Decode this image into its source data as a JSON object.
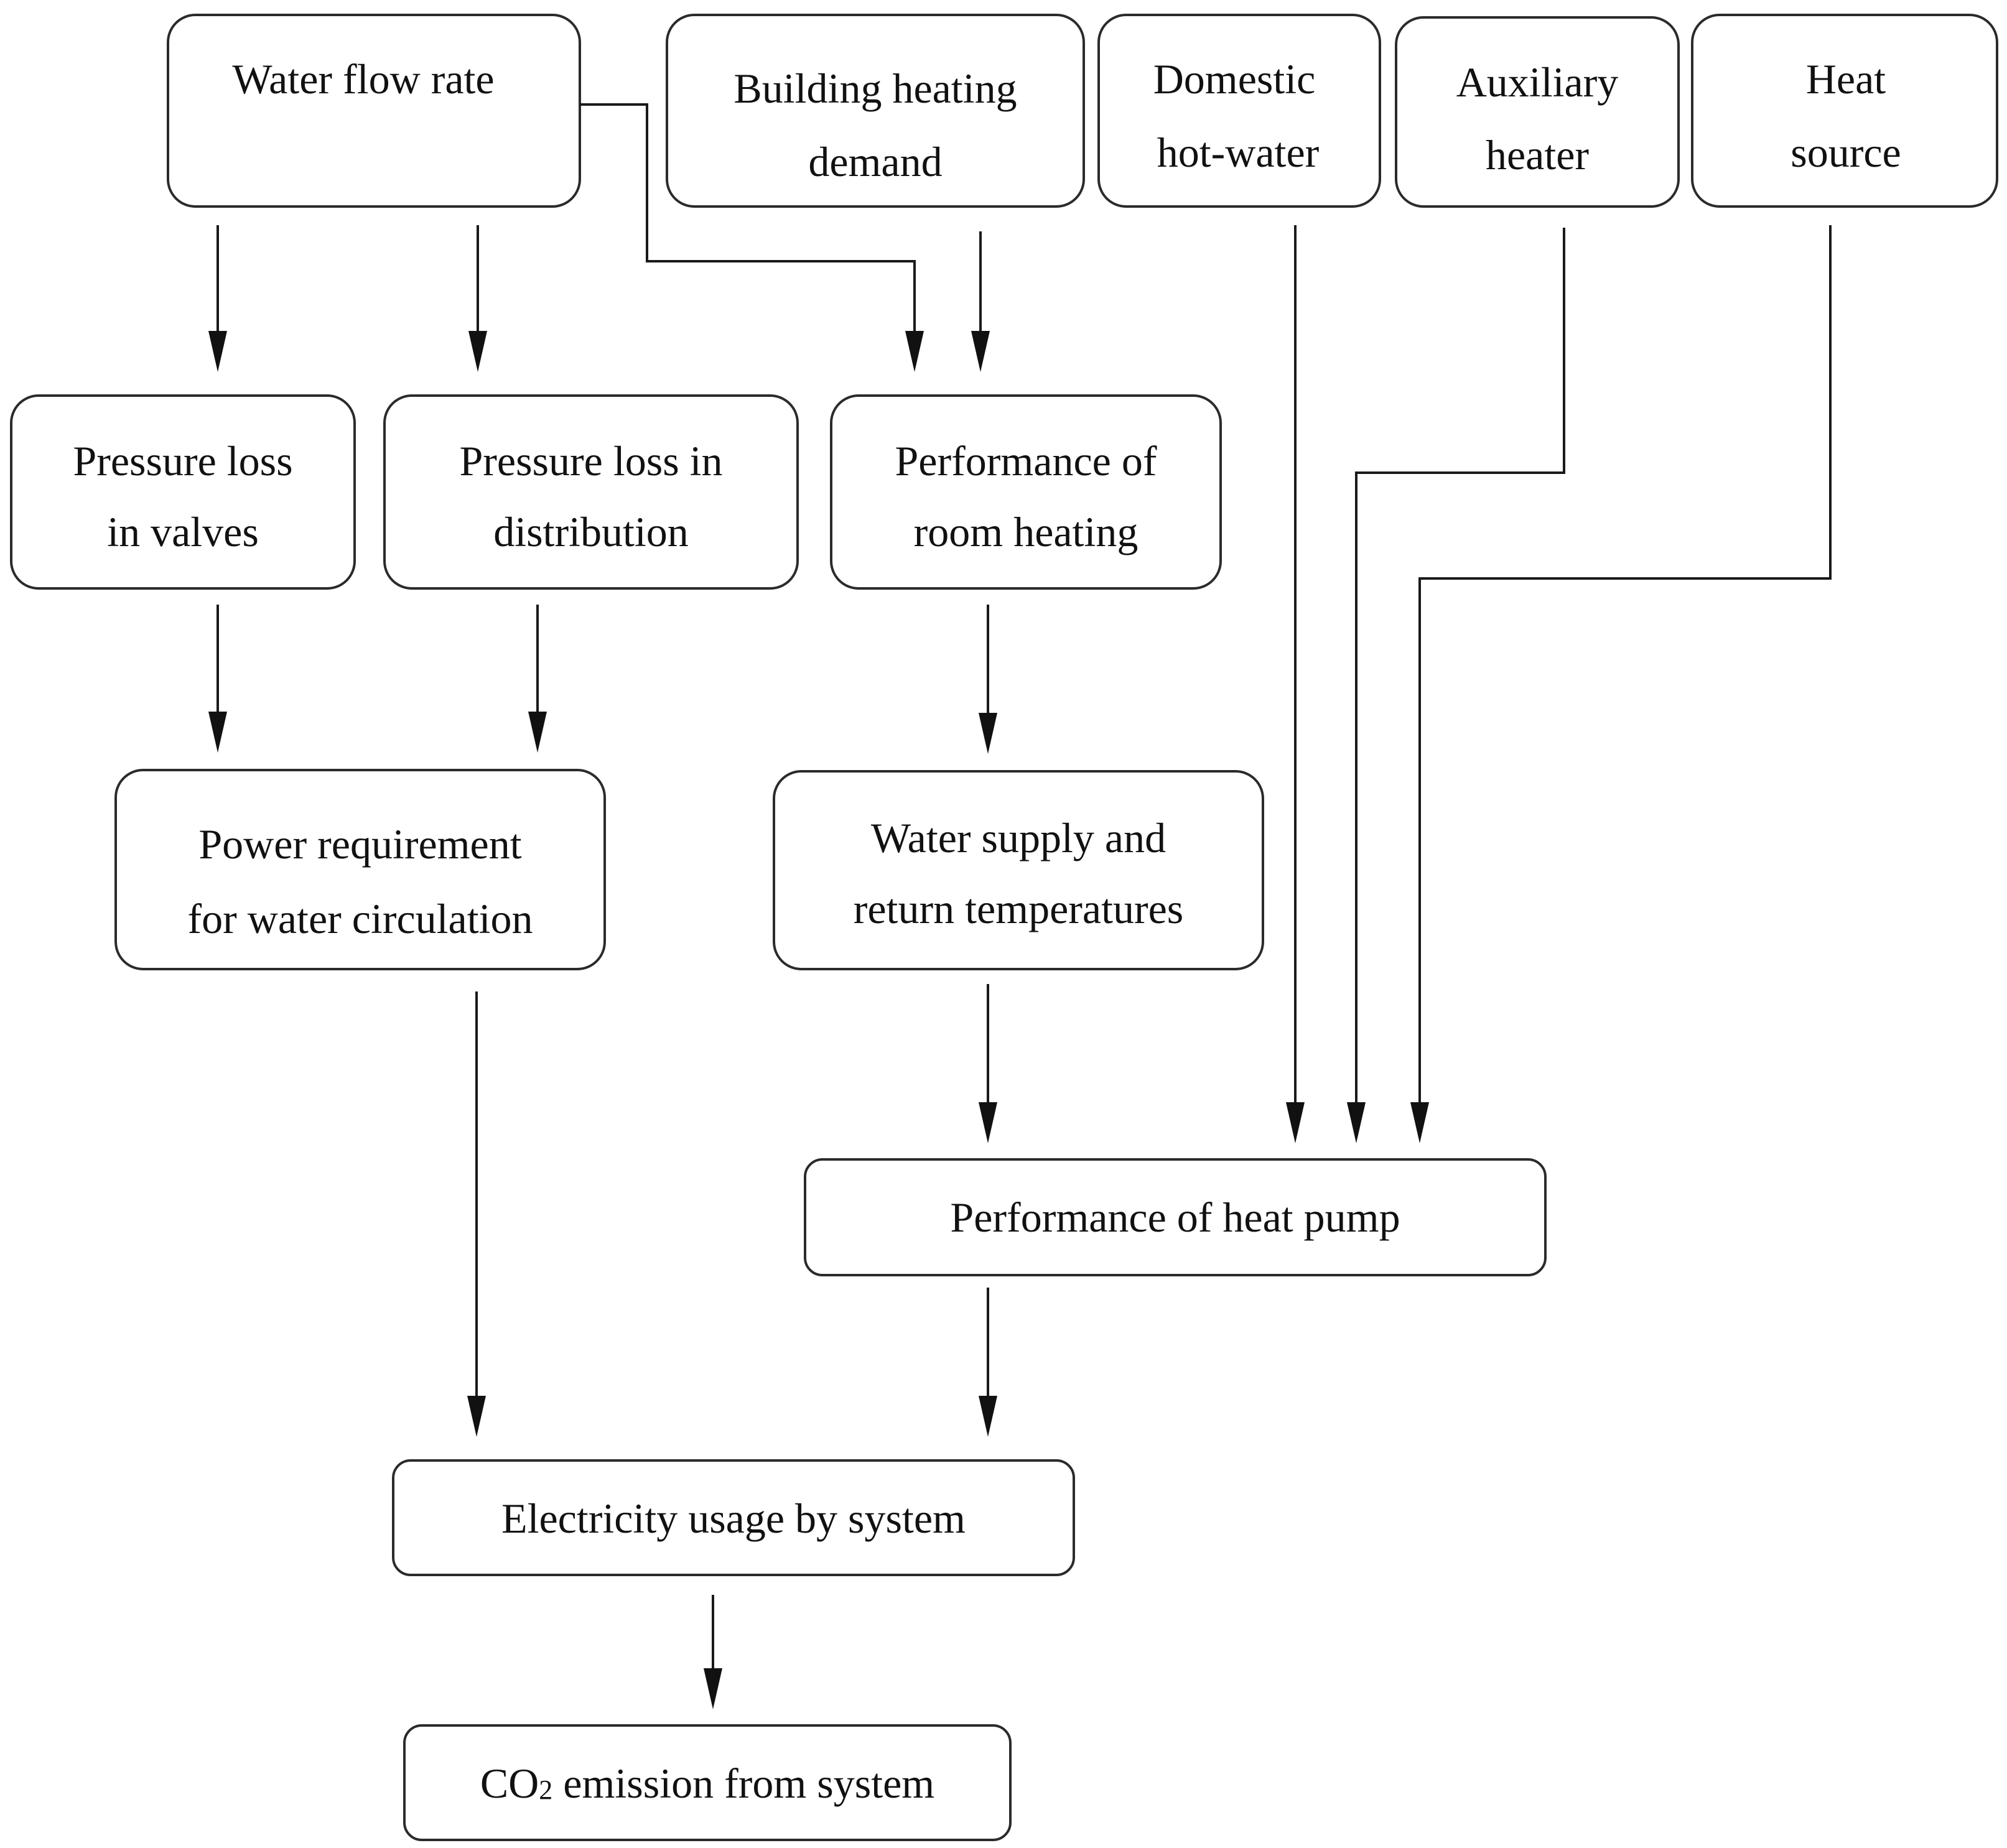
{
  "nodes": {
    "water_flow_rate": {
      "lines": [
        "Water flow rate"
      ]
    },
    "building_heating_demand": {
      "lines": [
        "Building heating",
        "demand"
      ]
    },
    "domestic_hot_water": {
      "lines": [
        "Domestic",
        "hot-water"
      ]
    },
    "auxiliary_heater": {
      "lines": [
        "Auxiliary",
        "heater"
      ]
    },
    "heat_source": {
      "lines": [
        "Heat",
        "source"
      ]
    },
    "pressure_loss_valves": {
      "lines": [
        "Pressure loss",
        "in valves"
      ]
    },
    "pressure_loss_distribution": {
      "lines": [
        "Pressure loss in",
        "distribution"
      ]
    },
    "performance_room_heating": {
      "lines": [
        "Performance of",
        "room heating"
      ]
    },
    "power_requirement": {
      "lines": [
        "Power requirement",
        "for water circulation"
      ]
    },
    "water_supply_return": {
      "lines": [
        "Water supply and",
        "return temperatures"
      ]
    },
    "performance_heat_pump": {
      "lines": [
        "Performance of heat pump"
      ]
    },
    "electricity_usage": {
      "lines": [
        "Electricity usage by system"
      ]
    },
    "co2_emission": {
      "prefix": "CO",
      "subscript": "2",
      "suffix": " emission from system"
    }
  },
  "edges": [
    {
      "from": "water_flow_rate",
      "to": "pressure_loss_valves"
    },
    {
      "from": "water_flow_rate",
      "to": "pressure_loss_distribution"
    },
    {
      "from": "water_flow_rate",
      "to": "performance_room_heating"
    },
    {
      "from": "building_heating_demand",
      "to": "performance_room_heating"
    },
    {
      "from": "domestic_hot_water",
      "to": "performance_heat_pump"
    },
    {
      "from": "auxiliary_heater",
      "to": "performance_heat_pump"
    },
    {
      "from": "heat_source",
      "to": "performance_heat_pump"
    },
    {
      "from": "pressure_loss_valves",
      "to": "power_requirement"
    },
    {
      "from": "pressure_loss_distribution",
      "to": "power_requirement"
    },
    {
      "from": "performance_room_heating",
      "to": "water_supply_return"
    },
    {
      "from": "water_supply_return",
      "to": "performance_heat_pump"
    },
    {
      "from": "power_requirement",
      "to": "electricity_usage"
    },
    {
      "from": "performance_heat_pump",
      "to": "electricity_usage"
    },
    {
      "from": "electricity_usage",
      "to": "co2_emission"
    }
  ]
}
